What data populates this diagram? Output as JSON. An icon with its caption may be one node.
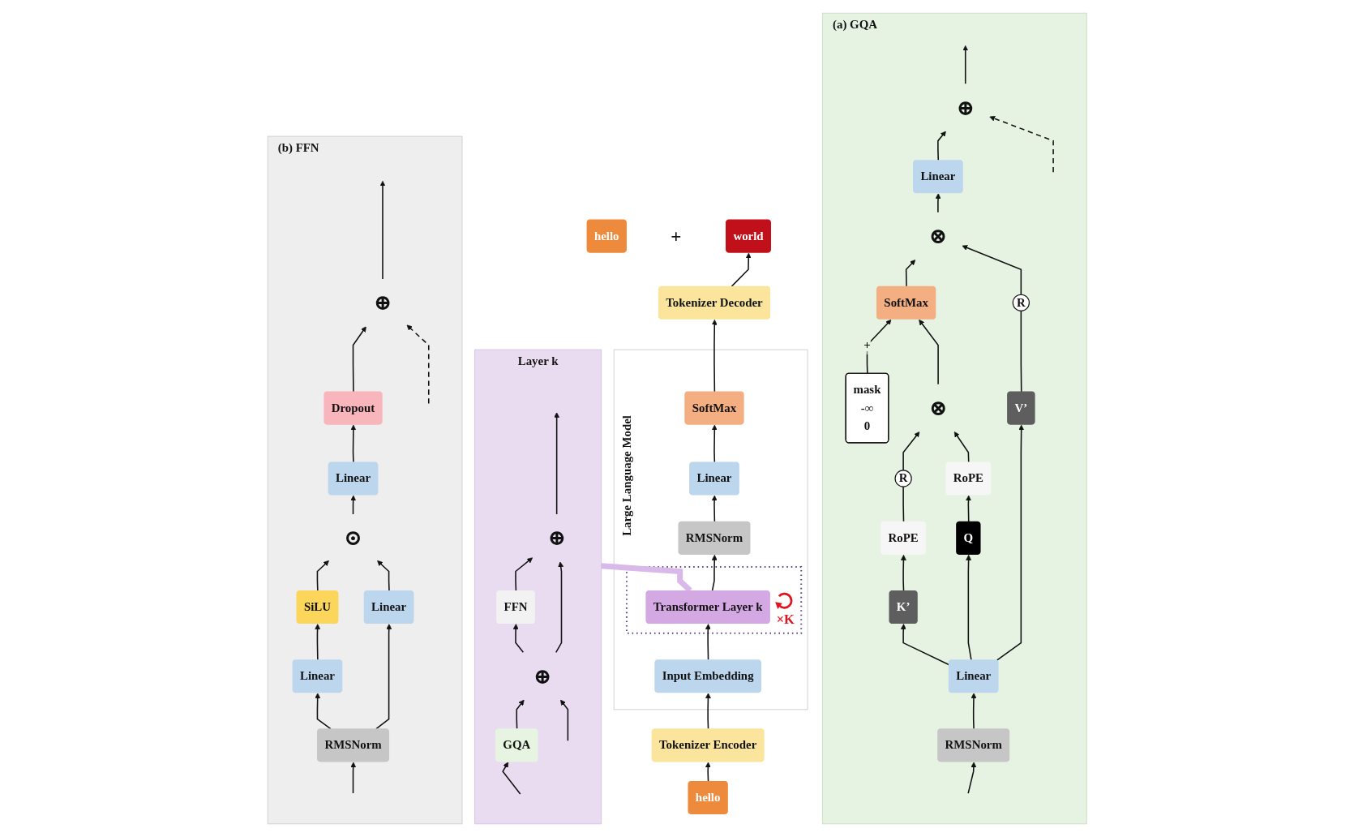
{
  "diagram": {
    "nodes": [
      {
        "text": [
          "hello"
        ]
      },
      {
        "text": [
          "world"
        ]
      },
      {
        "text": [
          "Tokenizer Decoder"
        ]
      },
      {
        "text": [
          "Large Language Model"
        ]
      },
      {
        "text": [
          "SoftMax"
        ],
        "in": 3
      },
      {
        "text": [
          "Linear"
        ],
        "in": 3
      },
      {
        "text": [
          "RMSNorm"
        ],
        "in": 3
      },
      {
        "text": [],
        "shape": "box",
        "in": 3
      },
      {
        "text": [
          "Transformer Layer k"
        ],
        "in": 7,
        "beside": [
          "×K"
        ]
      },
      {
        "text": [
          "Input Embedding"
        ],
        "in": 3
      },
      {
        "text": [
          "Tokenizer Encoder"
        ]
      },
      {
        "text": [
          "hello"
        ]
      },
      {
        "text": [
          "Layer k"
        ]
      },
      {
        "text": [
          "⊕"
        ],
        "in": 12
      },
      {
        "text": [
          "FFN"
        ],
        "in": 12
      },
      {
        "text": [
          "⊕"
        ],
        "in": 12
      },
      {
        "text": [
          "GQA"
        ],
        "in": 12
      },
      {
        "text": [
          "(a) GQA"
        ]
      },
      {
        "text": [
          "⊕"
        ],
        "in": 17
      },
      {
        "text": [
          "Linear"
        ],
        "in": 17
      },
      {
        "text": [
          "⊗"
        ],
        "in": 17
      },
      {
        "text": [
          "SoftMax"
        ],
        "in": 17
      },
      {
        "text": [
          "mask",
          "-∞",
          "0"
        ],
        "in": 17
      },
      {
        "text": [
          "⊗"
        ],
        "in": 17
      },
      {
        "text": [
          "R"
        ],
        "in": 17
      },
      {
        "text": [
          "R"
        ],
        "in": 17
      },
      {
        "text": [
          "RoPE"
        ],
        "in": 17
      },
      {
        "text": [
          "RoPE"
        ],
        "in": 17
      },
      {
        "text": [
          "Q"
        ],
        "in": 17
      },
      {
        "text": [
          "K’"
        ],
        "in": 17
      },
      {
        "text": [
          "V’"
        ],
        "in": 17
      },
      {
        "text": [
          "Linear"
        ],
        "in": 17
      },
      {
        "text": [
          "RMSNorm"
        ],
        "in": 17
      },
      {
        "text": [
          "(b) FFN"
        ]
      },
      {
        "text": [
          "⊕"
        ],
        "in": 33
      },
      {
        "text": [
          "Dropout"
        ],
        "in": 33
      },
      {
        "text": [
          "Linear"
        ],
        "in": 33
      },
      {
        "text": [
          "⊙"
        ],
        "in": 33
      },
      {
        "text": [
          "SiLU"
        ],
        "in": 33
      },
      {
        "text": [
          "Linear"
        ],
        "in": 33
      },
      {
        "text": [
          "Linear"
        ],
        "in": 33
      },
      {
        "text": [
          "RMSNorm"
        ],
        "in": 33
      }
    ],
    "edges": [
      {
        "from": 11,
        "to": 10,
        "arrow": "to"
      },
      {
        "from": 10,
        "to": 9,
        "arrow": "to"
      },
      {
        "from": 9,
        "to": 8,
        "arrow": "to"
      },
      {
        "from": 8,
        "to": 6,
        "arrow": "to"
      },
      {
        "from": 6,
        "to": 5,
        "arrow": "to"
      },
      {
        "from": 5,
        "to": 4,
        "arrow": "to"
      },
      {
        "from": 4,
        "to": 2,
        "arrow": "to"
      },
      {
        "from": 2,
        "to": 1,
        "arrow": "to"
      },
      {
        "from": 8,
        "to": 12,
        "arrow": "none",
        "style": "thick",
        "color": "#d9b9ea"
      },
      {
        "from": null,
        "to": 16,
        "arrow": "to"
      },
      {
        "from": null,
        "to": 15,
        "arrow": "to"
      },
      {
        "from": 16,
        "to": 15,
        "arrow": "to"
      },
      {
        "from": 15,
        "to": 14,
        "arrow": "to"
      },
      {
        "from": 15,
        "to": 13,
        "arrow": "to"
      },
      {
        "from": 14,
        "to": 13,
        "arrow": "to"
      },
      {
        "from": 13,
        "to": null,
        "arrow": "to"
      },
      {
        "from": null,
        "to": 32,
        "arrow": "to"
      },
      {
        "from": null,
        "to": 18,
        "arrow": "to",
        "style": "dashed"
      },
      {
        "from": 32,
        "to": 31,
        "arrow": "to"
      },
      {
        "from": 31,
        "to": 28,
        "arrow": "to"
      },
      {
        "from": 31,
        "to": 29,
        "arrow": "to"
      },
      {
        "from": 31,
        "to": 30,
        "arrow": "to"
      },
      {
        "from": 28,
        "to": 26,
        "arrow": "to"
      },
      {
        "from": 29,
        "to": 27,
        "arrow": "to"
      },
      {
        "from": 26,
        "to": 23,
        "arrow": "to"
      },
      {
        "from": 27,
        "to": 24,
        "arrow": "none"
      },
      {
        "from": 24,
        "to": 23,
        "arrow": "to"
      },
      {
        "from": 30,
        "to": 25,
        "arrow": "none"
      },
      {
        "from": 25,
        "to": 20,
        "arrow": "to"
      },
      {
        "from": 23,
        "to": 21,
        "arrow": "to"
      },
      {
        "from": 22,
        "to": 21,
        "arrow": "to",
        "label": "+"
      },
      {
        "from": 21,
        "to": 20,
        "arrow": "to"
      },
      {
        "from": 20,
        "to": 19,
        "arrow": "to"
      },
      {
        "from": 19,
        "to": 18,
        "arrow": "to"
      },
      {
        "from": 18,
        "to": null,
        "arrow": "to"
      },
      {
        "from": null,
        "to": 41,
        "arrow": "to"
      },
      {
        "from": null,
        "to": 34,
        "arrow": "to",
        "style": "dashed"
      },
      {
        "from": 41,
        "to": 39,
        "arrow": "to"
      },
      {
        "from": 41,
        "to": 40,
        "arrow": "to"
      },
      {
        "from": 39,
        "to": 37,
        "arrow": "to"
      },
      {
        "from": 40,
        "to": 38,
        "arrow": "to"
      },
      {
        "from": 38,
        "to": 37,
        "arrow": "to"
      },
      {
        "from": 37,
        "to": 36,
        "arrow": "to"
      },
      {
        "from": 36,
        "to": 35,
        "arrow": "to"
      },
      {
        "from": 35,
        "to": 34,
        "arrow": "to"
      },
      {
        "from": 34,
        "to": null,
        "arrow": "to"
      }
    ],
    "labels": [
      "+"
    ]
  }
}
